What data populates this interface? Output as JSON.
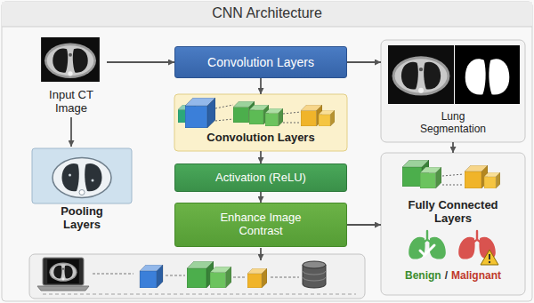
{
  "diagram": {
    "title": "CNN Architecture",
    "nodes": [
      {
        "text": [
          "Input CT Image"
        ]
      },
      {
        "text": [
          "Convolution Layers"
        ]
      },
      {
        "text": [
          "Lung Segmentation"
        ]
      },
      {
        "text": [
          "Convolution Layers"
        ]
      },
      {
        "text": [
          "Pooling Layers"
        ]
      },
      {
        "text": [
          "Activation (ReLU)"
        ]
      },
      {
        "text": [
          "Enhance Image Contrast"
        ]
      },
      {
        "text": [
          "Fully Connected Layers",
          "Benign",
          "/",
          "Malignant"
        ]
      }
    ],
    "edges": [
      {
        "from": 0,
        "to": 1,
        "arrow": "to"
      },
      {
        "from": 1,
        "to": 2,
        "arrow": "to"
      },
      {
        "from": 0,
        "to": 4,
        "arrow": "to"
      },
      {
        "from": 1,
        "to": 3,
        "arrow": "to"
      },
      {
        "from": 3,
        "to": 5,
        "arrow": "to"
      },
      {
        "from": 5,
        "to": 6,
        "arrow": "to"
      },
      {
        "from": 6,
        "to": 7,
        "arrow": "to"
      },
      {
        "from": 2,
        "to": 7,
        "arrow": "to"
      }
    ]
  }
}
